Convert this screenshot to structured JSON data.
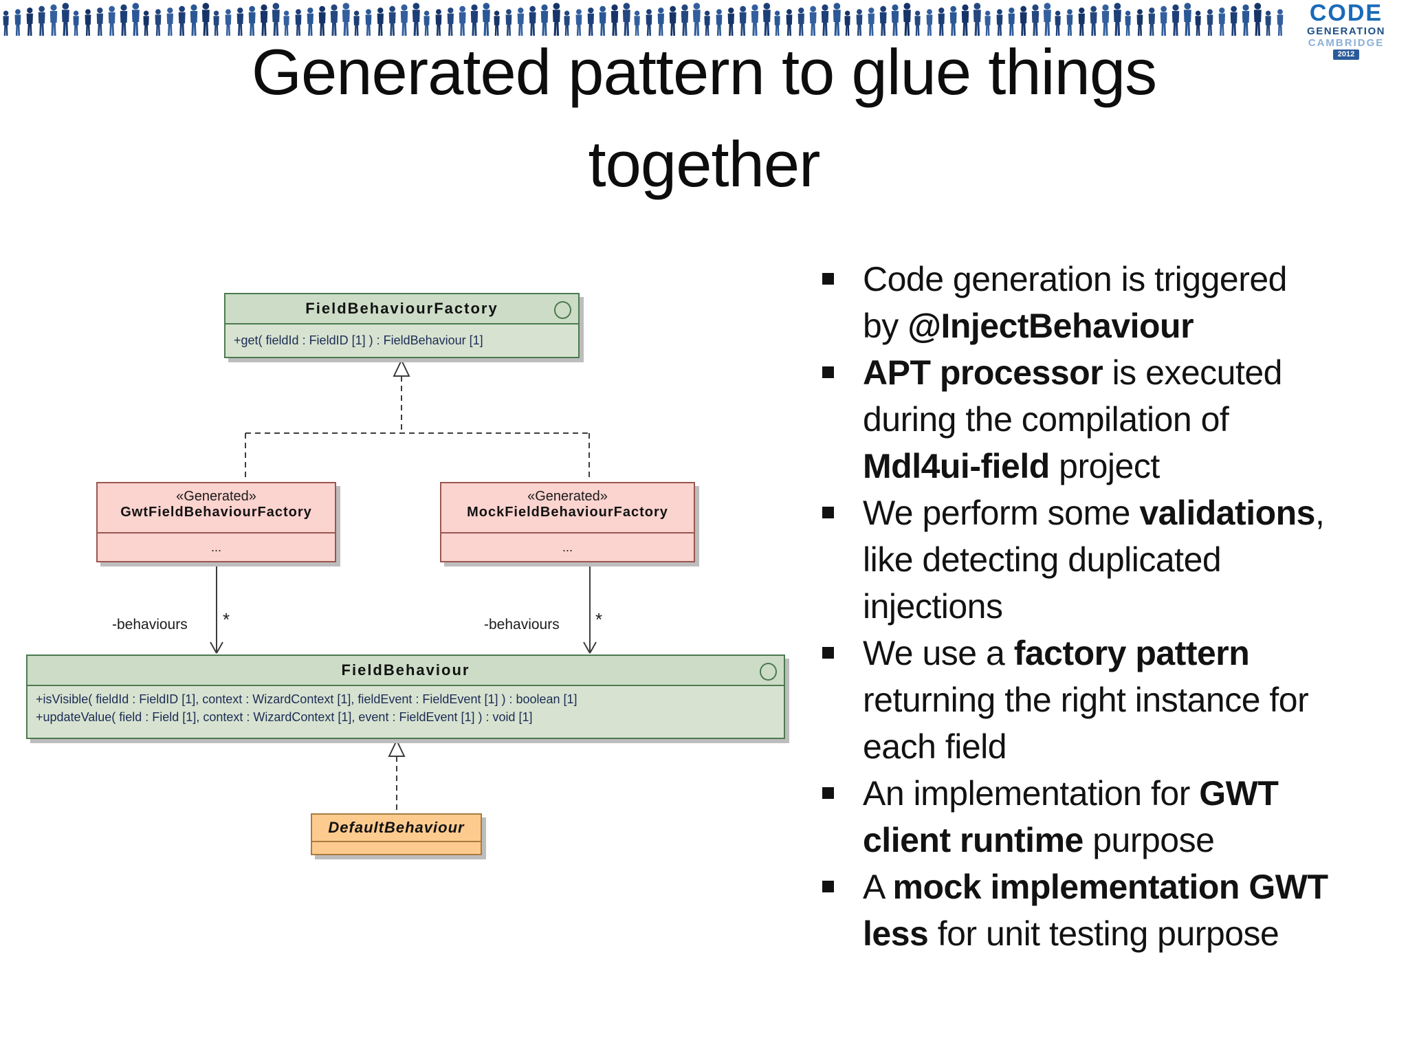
{
  "banner": {
    "people_colors": [
      "#1d3f78",
      "#2a5896",
      "#163468",
      "#24477f",
      "#335f9e"
    ],
    "logo": {
      "title": "CODE",
      "subtitle": "GENERATION",
      "city": "CAMBRIDGE",
      "year": "2012",
      "title_color": "#1a6ab8",
      "subtitle_color": "#1c4f86",
      "city_color": "#8ab0d8",
      "year_bg": "#2a5a9b"
    }
  },
  "title": {
    "line1": "Generated pattern to glue things",
    "line2": "together"
  },
  "diagram": {
    "factory": {
      "name": "FieldBehaviourFactory",
      "method": "+get( fieldId : FieldID [1] ) : FieldBehaviour [1]"
    },
    "gwt": {
      "stereotype": "«Generated»",
      "name": "GwtFieldBehaviourFactory",
      "body": "..."
    },
    "mock": {
      "stereotype": "«Generated»",
      "name": "MockFieldBehaviourFactory",
      "body": "..."
    },
    "behaviour": {
      "name": "FieldBehaviour",
      "method1": "+isVisible( fieldId : FieldID [1], context : WizardContext [1], fieldEvent : FieldEvent [1] ) : boolean [1]",
      "method2": "+updateValue( field : Field [1], context : WizardContext [1], event : FieldEvent [1] ) : void [1]"
    },
    "default_behaviour": {
      "name": "DefaultBehaviour"
    },
    "edges": {
      "left_label": "-behaviours",
      "left_mult": "*",
      "right_label": "-behaviours",
      "right_mult": "*"
    },
    "colors": {
      "green_fill": "#d7e3d0",
      "green_header": "#ccdcc6",
      "green_border": "#4c7a50",
      "pink_fill": "#fbd3cf",
      "pink_border": "#9a564e",
      "orange_fill": "#fdcb8e",
      "orange_border": "#a97b3f"
    }
  },
  "bullets": [
    {
      "lines": [
        [
          {
            "t": "Code generation is triggered",
            "b": false
          }
        ],
        [
          {
            "t": "by ",
            "b": false
          },
          {
            "t": "@InjectBehaviour",
            "b": true
          }
        ]
      ]
    },
    {
      "lines": [
        [
          {
            "t": "APT processor",
            "b": true
          },
          {
            "t": " is executed",
            "b": false
          }
        ],
        [
          {
            "t": "during the compilation of",
            "b": false
          }
        ],
        [
          {
            "t": "Mdl4ui-field",
            "b": true
          },
          {
            "t": " project",
            "b": false
          }
        ]
      ]
    },
    {
      "lines": [
        [
          {
            "t": "We perform some ",
            "b": false
          },
          {
            "t": "validations",
            "b": true
          },
          {
            "t": ",",
            "b": false
          }
        ],
        [
          {
            "t": "like detecting duplicated",
            "b": false
          }
        ],
        [
          {
            "t": "injections",
            "b": false
          }
        ]
      ]
    },
    {
      "lines": [
        [
          {
            "t": "We use a ",
            "b": false
          },
          {
            "t": "factory pattern",
            "b": true
          }
        ],
        [
          {
            "t": "returning the right instance for",
            "b": false
          }
        ],
        [
          {
            "t": "each field",
            "b": false
          }
        ]
      ]
    },
    {
      "lines": [
        [
          {
            "t": "An implementation for ",
            "b": false
          },
          {
            "t": "GWT",
            "b": true
          }
        ],
        [
          {
            "t": "client runtime",
            "b": true
          },
          {
            "t": " purpose",
            "b": false
          }
        ]
      ]
    },
    {
      "lines": [
        [
          {
            "t": "A ",
            "b": false
          },
          {
            "t": "mock implementation GWT",
            "b": true
          }
        ],
        [
          {
            "t": "less",
            "b": true
          },
          {
            "t": " for unit testing purpose",
            "b": false
          }
        ]
      ]
    }
  ]
}
